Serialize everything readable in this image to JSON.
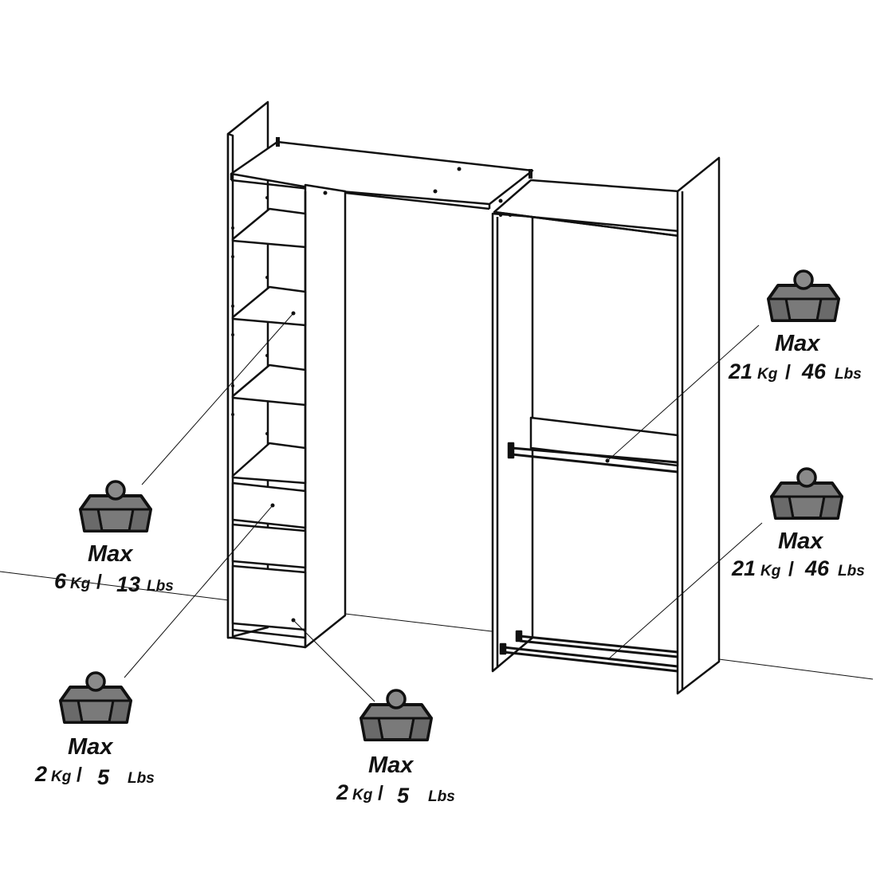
{
  "labels": {
    "max": "Max",
    "kg": "Kg",
    "lbs": "Lbs",
    "slash": "/"
  },
  "weights": [
    {
      "id": "shelf",
      "kg": "6",
      "lbs": "13"
    },
    {
      "id": "drawer-top",
      "kg": "2",
      "lbs": "5"
    },
    {
      "id": "drawer-bottom",
      "kg": "2",
      "lbs": "5"
    },
    {
      "id": "upper-rail",
      "kg": "21",
      "lbs": "46"
    },
    {
      "id": "lower-rail",
      "kg": "21",
      "lbs": "46"
    }
  ],
  "colors": {
    "line": "#111111",
    "weight_fill": "#7a7a7a",
    "background": "#ffffff"
  },
  "icons": [
    "weight-icon"
  ]
}
